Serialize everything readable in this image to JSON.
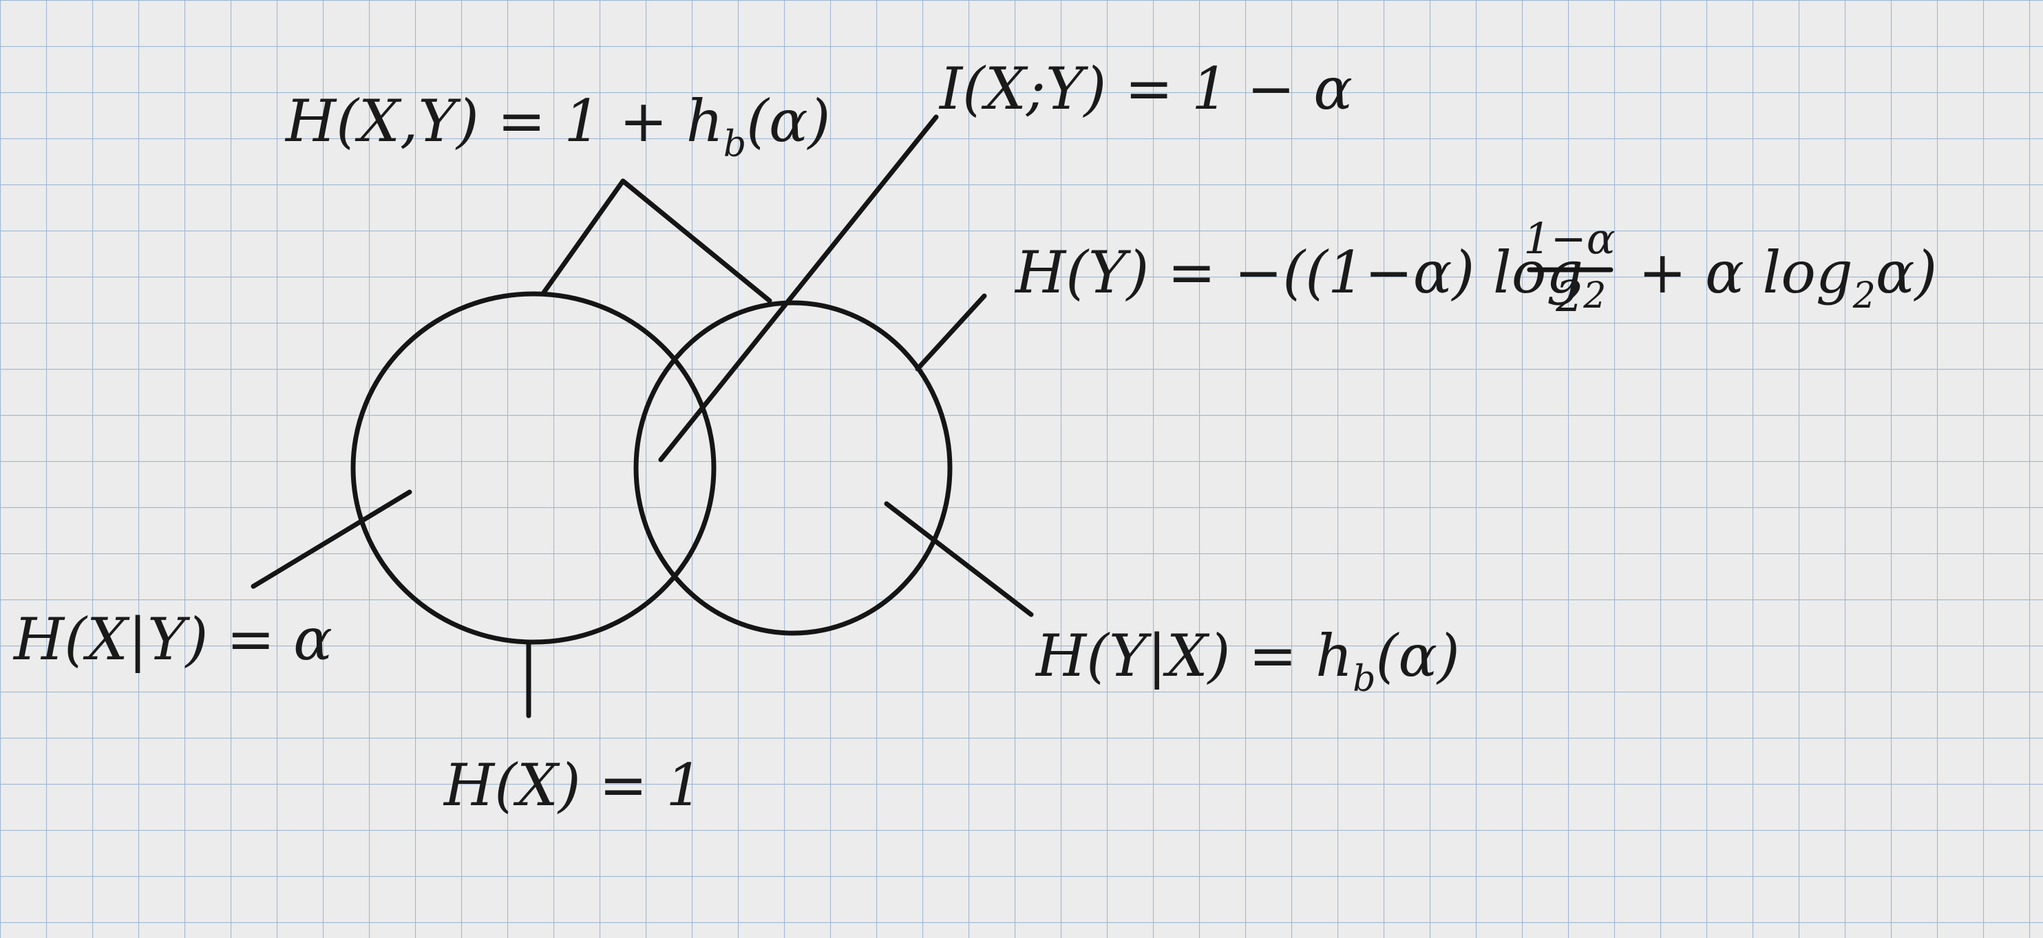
{
  "diagram": {
    "circle_x_label": "H(X)",
    "circle_y_label": "H(Y)",
    "joint": {
      "left": "H(X,Y) = 1 + h",
      "sub": "b",
      "right": "(α)"
    },
    "mutual": {
      "text": "I(X;Y) = 1 − α"
    },
    "entropy_y": {
      "lhs": "H(Y) = −((1−α) log",
      "sub1": "2",
      "frac_num": "1−α",
      "frac_den": "2",
      "mid": "+ α log",
      "sub2": "2",
      "end": "α)"
    },
    "cond_x_given_y": {
      "text": "H(X|Y) = α"
    },
    "cond_y_given_x": {
      "left": "H(Y|X) = h",
      "sub": "b",
      "right": "(α)"
    },
    "entropy_x": {
      "text": "H(X) = 1"
    },
    "colors": {
      "paper": "#ececec",
      "grid": "#9fb7d2",
      "ink": "#151515"
    }
  }
}
